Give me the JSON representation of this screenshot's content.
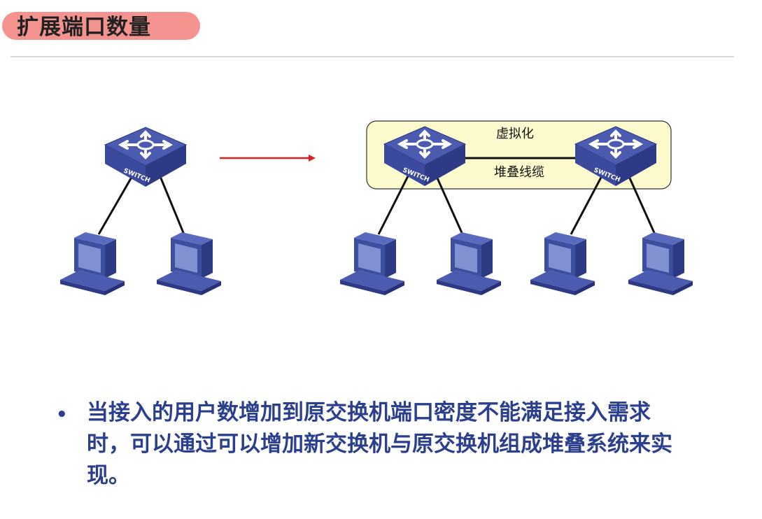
{
  "title": "扩展端口数量",
  "diagram": {
    "switch_label": "SWITCH",
    "stack_virtual_label": "虚拟化",
    "stack_cable_label": "堆叠线缆",
    "colors": {
      "switch_top": "#4a5bb0",
      "switch_side": "#2e3a86",
      "arrow": "#e02020",
      "stack_fill": "#fdfbcd",
      "monitor_frame": "#3d4e9e",
      "monitor_screen": "#8090d0"
    }
  },
  "bullet": {
    "marker": "•",
    "text": "当接入的用户数增加到原交换机端口密度不能满足接入需求时，可以通过可以增加新交换机与原交换机组成堆叠系统来实现。"
  }
}
